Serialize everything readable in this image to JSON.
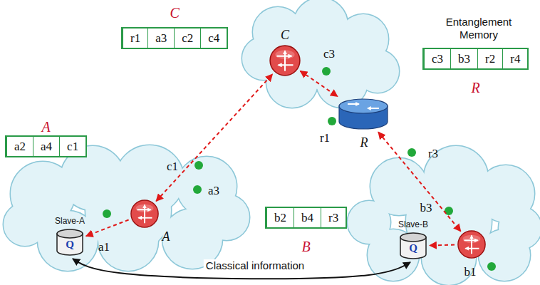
{
  "diagram": {
    "nodes": [
      {
        "text": [
          "A"
        ]
      },
      {
        "text": [
          "a2"
        ],
        "in": 0
      },
      {
        "text": [
          "a4"
        ],
        "in": 0
      },
      {
        "text": [
          "c1"
        ],
        "in": 0
      },
      {
        "text": [
          "C"
        ]
      },
      {
        "text": [
          "r1"
        ],
        "in": 4
      },
      {
        "text": [
          "a3"
        ],
        "in": 4
      },
      {
        "text": [
          "c2"
        ],
        "in": 4
      },
      {
        "text": [
          "c4"
        ],
        "in": 4
      },
      {
        "text": [
          "R"
        ]
      },
      {
        "text": [
          "c3"
        ],
        "in": 9
      },
      {
        "text": [
          "b3"
        ],
        "in": 9
      },
      {
        "text": [
          "r2"
        ],
        "in": 9
      },
      {
        "text": [
          "r4"
        ],
        "in": 9
      },
      {
        "text": [
          "B"
        ]
      },
      {
        "text": [
          "b2"
        ],
        "in": 14
      },
      {
        "text": [
          "b4"
        ],
        "in": 14
      },
      {
        "text": [
          "r3"
        ],
        "in": 14
      },
      {
        "text": [
          "C"
        ]
      },
      {
        "text": [
          "A"
        ]
      },
      {
        "text": [
          "Slave-A",
          "Q"
        ]
      },
      {
        "text": [
          "R"
        ]
      },
      {
        "text": []
      },
      {
        "text": [
          "Slave-B",
          "Q"
        ]
      }
    ],
    "edges": [
      {
        "from": 19,
        "to": 18,
        "arrow": "both"
      },
      {
        "from": 18,
        "to": 21,
        "arrow": "both"
      },
      {
        "from": 21,
        "to": 22,
        "arrow": "both"
      },
      {
        "from": 19,
        "to": 20,
        "arrow": "to"
      },
      {
        "from": 22,
        "to": 23,
        "arrow": "to"
      },
      {
        "from": 20,
        "to": 23,
        "label": "Classical information",
        "arrow": "both"
      }
    ],
    "labels": [
      "Entanglement Memory",
      "c1",
      "a3",
      "c3",
      "r1",
      "r3",
      "b3",
      "a1",
      "b1"
    ]
  }
}
